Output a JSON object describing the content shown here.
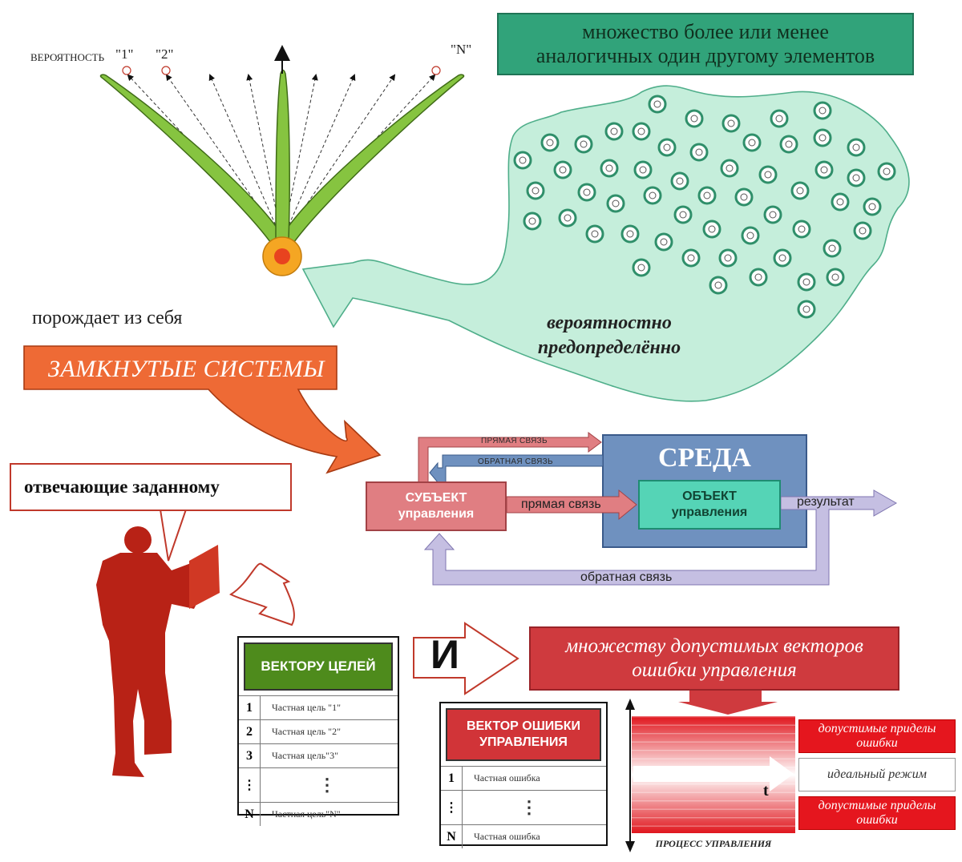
{
  "top_right_label": [
    "множество более или менее",
    "аналогичных один другому элементов"
  ],
  "probability": {
    "prefix": "ВЕРОЯТНОСТЬ",
    "labels": [
      "\"1\"",
      "\"2\"",
      "\"N\""
    ]
  },
  "generates_label": "порождает из себя",
  "closed_systems_label": "ЗАМКНУТЫЕ СИСТЕМЫ",
  "probabilistic_label": [
    "вероятностно",
    "предопределённо"
  ],
  "answering_label": "отвечающие заданному",
  "control_scheme": {
    "environment_label": "СРЕДА",
    "subject_label": [
      "СУБЪЕКТ",
      "управления"
    ],
    "object_label": [
      "ОБЪЕКТ",
      "управления"
    ],
    "direct_link_upper": "ПРЯМАЯ СВЯЗЬ",
    "feedback_upper": "ОБРАТНАЯ СВЯЗЬ",
    "direct_link_mid": "прямая связь",
    "result_label": "результат",
    "feedback_bottom": "обратная связь"
  },
  "goals_table": {
    "header": "ВЕКТОРУ ЦЕЛЕЙ",
    "rows": [
      {
        "num": "1",
        "text": "Частная цель \"1\""
      },
      {
        "num": "2",
        "text": "Частная цель \"2\""
      },
      {
        "num": "3",
        "text": "Частная цель\"3\""
      },
      {
        "num": "⋮",
        "text": "⋮"
      },
      {
        "num": "N",
        "text": "Частная цель\"N\""
      }
    ]
  },
  "and_label": "И",
  "admissible_label": [
    "множеству допустимых векторов",
    "ошибки управления"
  ],
  "error_table": {
    "header": [
      "ВЕКТОР ОШИБКИ",
      "УПРАВЛЕНИЯ"
    ],
    "rows": [
      {
        "num": "1",
        "text": "Частная ошибка"
      },
      {
        "num": "⋮",
        "text": "⋮"
      },
      {
        "num": "N",
        "text": "Частная ошибка"
      }
    ]
  },
  "limits_label": [
    "допустимые приделы",
    "ошибки"
  ],
  "ideal_label": "идеальный режим",
  "time_label": "t",
  "process_label": "ПРОЦЕСС УПРАВЛЕНИЯ",
  "colors": {
    "green_box": "#31a37a",
    "cloud_fill": "#c5eedb",
    "leaf": "#86c440",
    "orange_arrow": "#ee6a35",
    "subject": "#e07e82",
    "environment": "#6f91bf",
    "object": "#55d4b6",
    "result_arrow": "#c5bfe2",
    "red_accent": "#d13438"
  }
}
